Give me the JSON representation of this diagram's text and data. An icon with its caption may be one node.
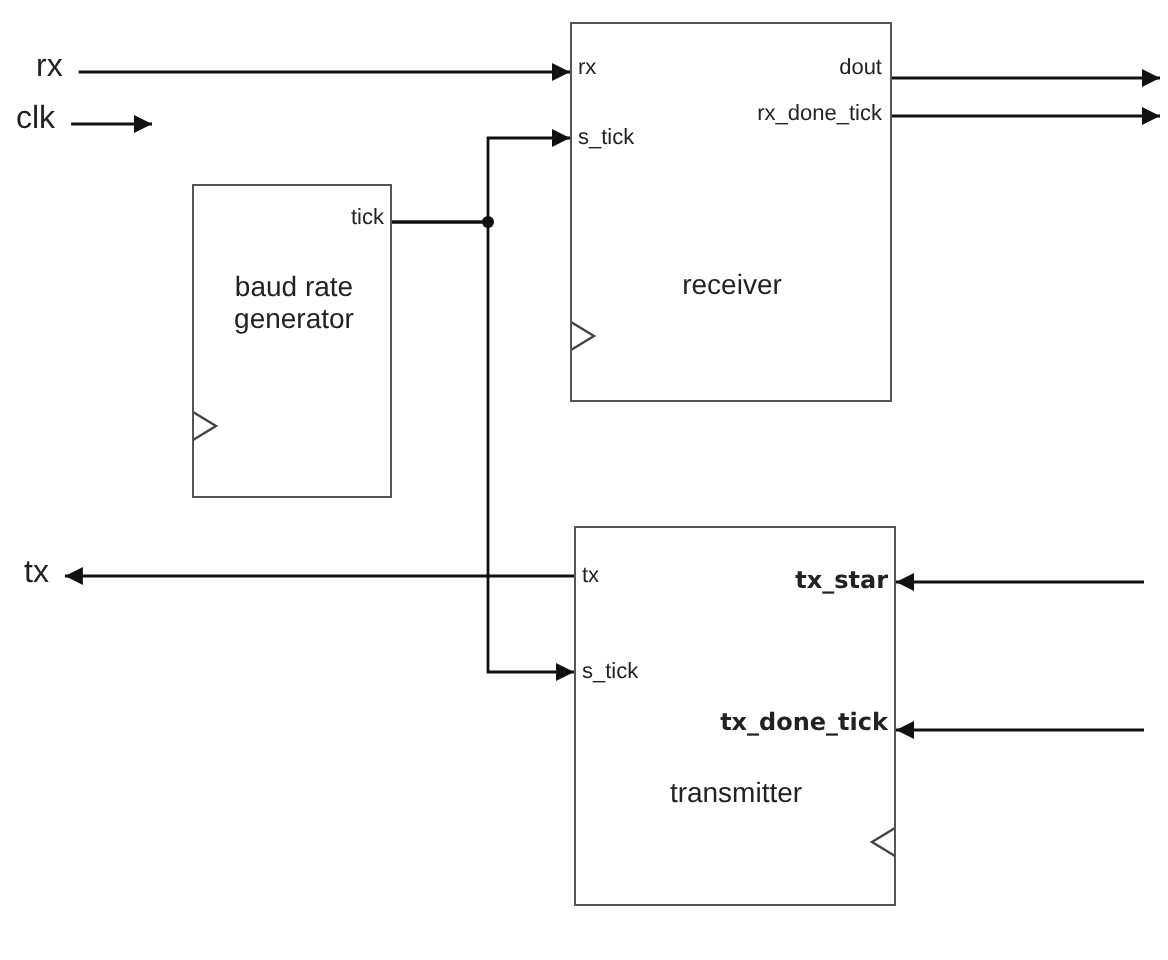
{
  "diagram": {
    "nodes": [
      {
        "text": [
          "rx"
        ]
      },
      {
        "text": [
          "clk"
        ]
      },
      {
        "text": [
          "rx",
          "s_tick",
          "dout",
          "rx_done_tick",
          "receiver"
        ]
      },
      {
        "text": [
          "tick",
          "baud rate generator"
        ]
      },
      {
        "text": [
          "tx",
          "tx_star",
          "s_tick",
          "tx_done_tick",
          "transmitter"
        ]
      },
      {
        "text": [
          "tx"
        ]
      }
    ],
    "edges": [
      {
        "from": 0,
        "to": 2,
        "arrow": "to"
      },
      {
        "from": 1,
        "to": null,
        "arrow": "to"
      },
      {
        "from": 3,
        "to": 2,
        "arrow": "to"
      },
      {
        "from": 3,
        "to": 4,
        "arrow": "to"
      },
      {
        "from": 4,
        "to": 5,
        "arrow": "to"
      },
      {
        "from": 2,
        "to": null,
        "arrow": "to"
      },
      {
        "from": 2,
        "to": null,
        "arrow": "to"
      },
      {
        "from": null,
        "to": 4,
        "arrow": "to"
      },
      {
        "from": null,
        "to": 4,
        "arrow": "to"
      }
    ]
  }
}
